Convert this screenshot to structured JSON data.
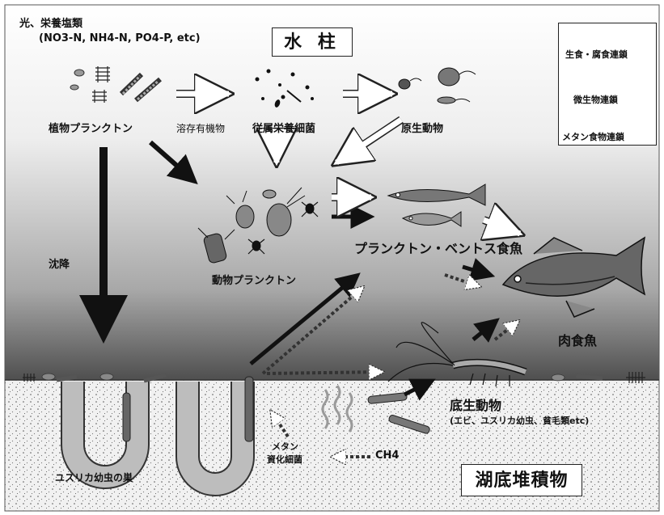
{
  "top_left": {
    "title": "光、栄養塩類",
    "subtitle": "(NO3-N, NH4-N, PO4-P, etc)"
  },
  "boxes": {
    "water_column": "水 柱",
    "sediment": "湖底堆積物"
  },
  "legend": {
    "grazing_chain": "生食・腐食連鎖",
    "microbial_chain": "微生物連鎖",
    "methane_chain": "メタン食物連鎖"
  },
  "nodes": {
    "phytoplankton": "植物プランクトン",
    "dom": "溶存有機物",
    "heterotrophic_bacteria": "従属栄養細菌",
    "protozoa": "原生動物",
    "zooplankton": "動物プランクトン",
    "plankton_benthos_fish": "プランクトン・ベントス食魚",
    "piscivorous_fish": "肉食魚",
    "sinking": "沈降",
    "benthos": "底生動物",
    "benthos_examples": "(エビ、ユスリカ幼虫、貧毛類etc)",
    "chironomid_burrow": "ユスリカ幼虫の巣",
    "methanotroph_line1": "メタン",
    "methanotroph_line2": "資化細菌",
    "ch4": "CH4"
  }
}
